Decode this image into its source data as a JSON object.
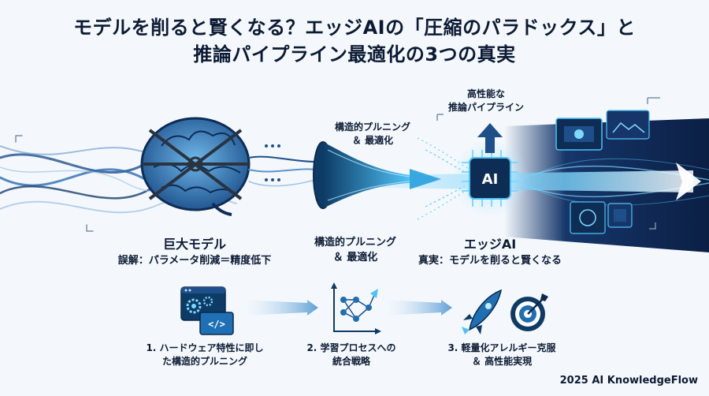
{
  "title": {
    "line1": "モデルを削ると賢くなる？エッジAIの「圧縮のパラドックス」と",
    "line2": "推論パイプライン最適化の3つの真実"
  },
  "top": {
    "brain_name": "巨大モデル",
    "brain_caption": "誤解：パラメータ削減＝精度低下",
    "funnel_top_line1": "構造的プルニング",
    "funnel_top_line2": "＆ 最適化",
    "funnel_bottom_line1": "構造的プルニング",
    "funnel_bottom_line2": "＆ 最適化",
    "pipeline_line1": "高性能な",
    "pipeline_line2": "推論パイプライン",
    "chip_text": "AI",
    "edge_name": "エッジAI",
    "edge_caption": "真実：モデルを削ると賢くなる"
  },
  "steps": [
    {
      "line1": "1. ハードウェア特性に即し",
      "line2": "た構造的プルニング"
    },
    {
      "line1": "2. 学習プロセスへの",
      "line2": "統合戦略"
    },
    {
      "line1": "3. 軽量化アレルギー克服",
      "line2": "＆ 高性能実現"
    }
  ],
  "footer": "2025 AI KnowledgeFlow",
  "colors": {
    "navy": "#0b1a33",
    "blue": "#1f6fb5",
    "cyan": "#4fc3f7",
    "dark_blue": "#0d3b66"
  }
}
